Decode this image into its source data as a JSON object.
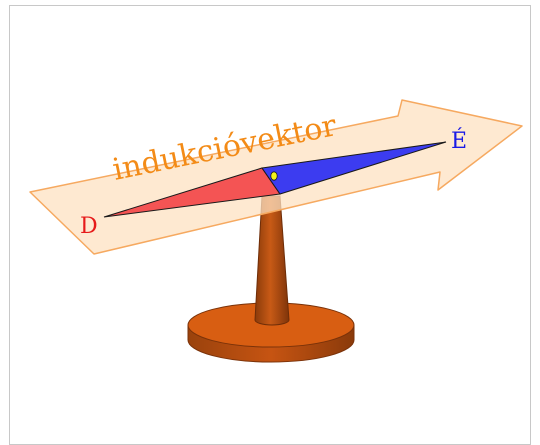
{
  "diagram": {
    "arrow_label": "indukcióvektor",
    "north_label": "É",
    "south_label": "D"
  },
  "colors": {
    "arrow_fill": "#fde1c2",
    "arrow_stroke": "#f6a960",
    "arrow_text": "#f38b17",
    "north_needle": "#3c3cf0",
    "south_needle": "#f45454",
    "north_text": "#1a1ae6",
    "south_text": "#e61a1a",
    "stand_wood": "#b8500f",
    "stand_wood_dark": "#8a3a0a",
    "base_top": "#d85e12",
    "pivot": "#f3f31a"
  }
}
